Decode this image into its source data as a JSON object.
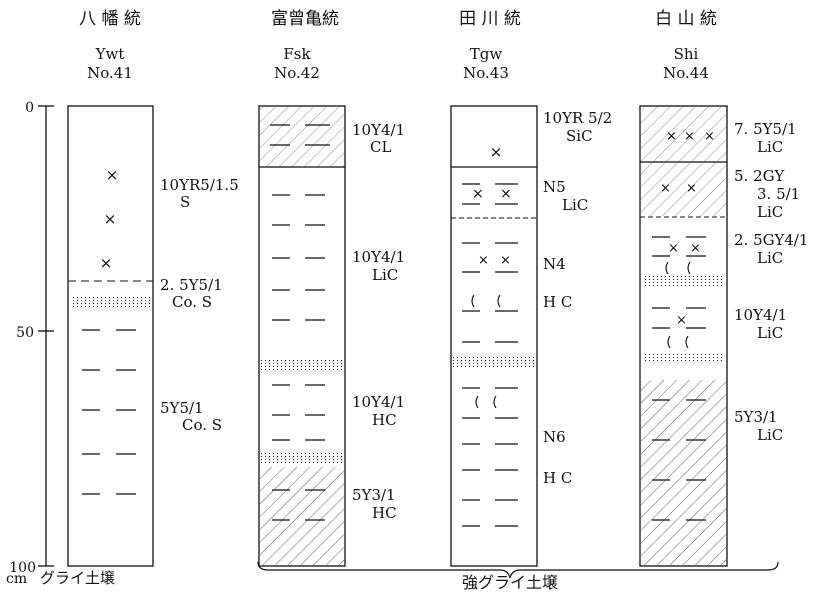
{
  "series": [
    {
      "name": "八 幡 統",
      "code": "Ywt",
      "no": "No.41"
    },
    {
      "name": "富曾亀統",
      "code": "Fsk",
      "no": "No.42"
    },
    {
      "name": "田 川 統",
      "code": "Tgw",
      "no": "No.43"
    },
    {
      "name": "白 山 統",
      "code": "Shi",
      "no": "No.44"
    }
  ],
  "axis": {
    "tick_0": "0",
    "tick_50": "50",
    "tick_100": "100",
    "unit": "cm"
  },
  "labels": {
    "p41": [
      {
        "color": "10YR5/1.5",
        "texture": "S"
      },
      {
        "color": "2. 5Y5/1",
        "texture": "Co. S"
      },
      {
        "color": "5Y5/1",
        "texture": "Co. S"
      }
    ],
    "p42": [
      {
        "color": "10Y4/1",
        "texture": "CL"
      },
      {
        "color": "10Y4/1",
        "texture": "LiC"
      },
      {
        "color": "10Y4/1",
        "texture": "HC"
      },
      {
        "color": "5Y3/1",
        "texture": "HC"
      }
    ],
    "p43": [
      {
        "color": "10YR 5/2",
        "texture": "SiC"
      },
      {
        "color": "N5",
        "texture": "LiC"
      },
      {
        "color": "N4",
        "texture": ""
      },
      {
        "color": "H C",
        "texture": ""
      },
      {
        "color": "N6",
        "texture": ""
      },
      {
        "color": "H C",
        "texture": ""
      }
    ],
    "p44": [
      {
        "color": "7. 5Y5/1",
        "texture": "LiC"
      },
      {
        "color": "5. 2GY",
        "texture": "3. 5/1",
        "texture2": "LiC"
      },
      {
        "color": "2. 5GY4/1",
        "texture": "LiC"
      },
      {
        "color": "10Y4/1",
        "texture": "LiC"
      },
      {
        "color": "5Y3/1",
        "texture": "LiC"
      }
    ]
  },
  "groups": {
    "gley": "グライ土壌",
    "strong_gley": "強グライ土壌"
  }
}
